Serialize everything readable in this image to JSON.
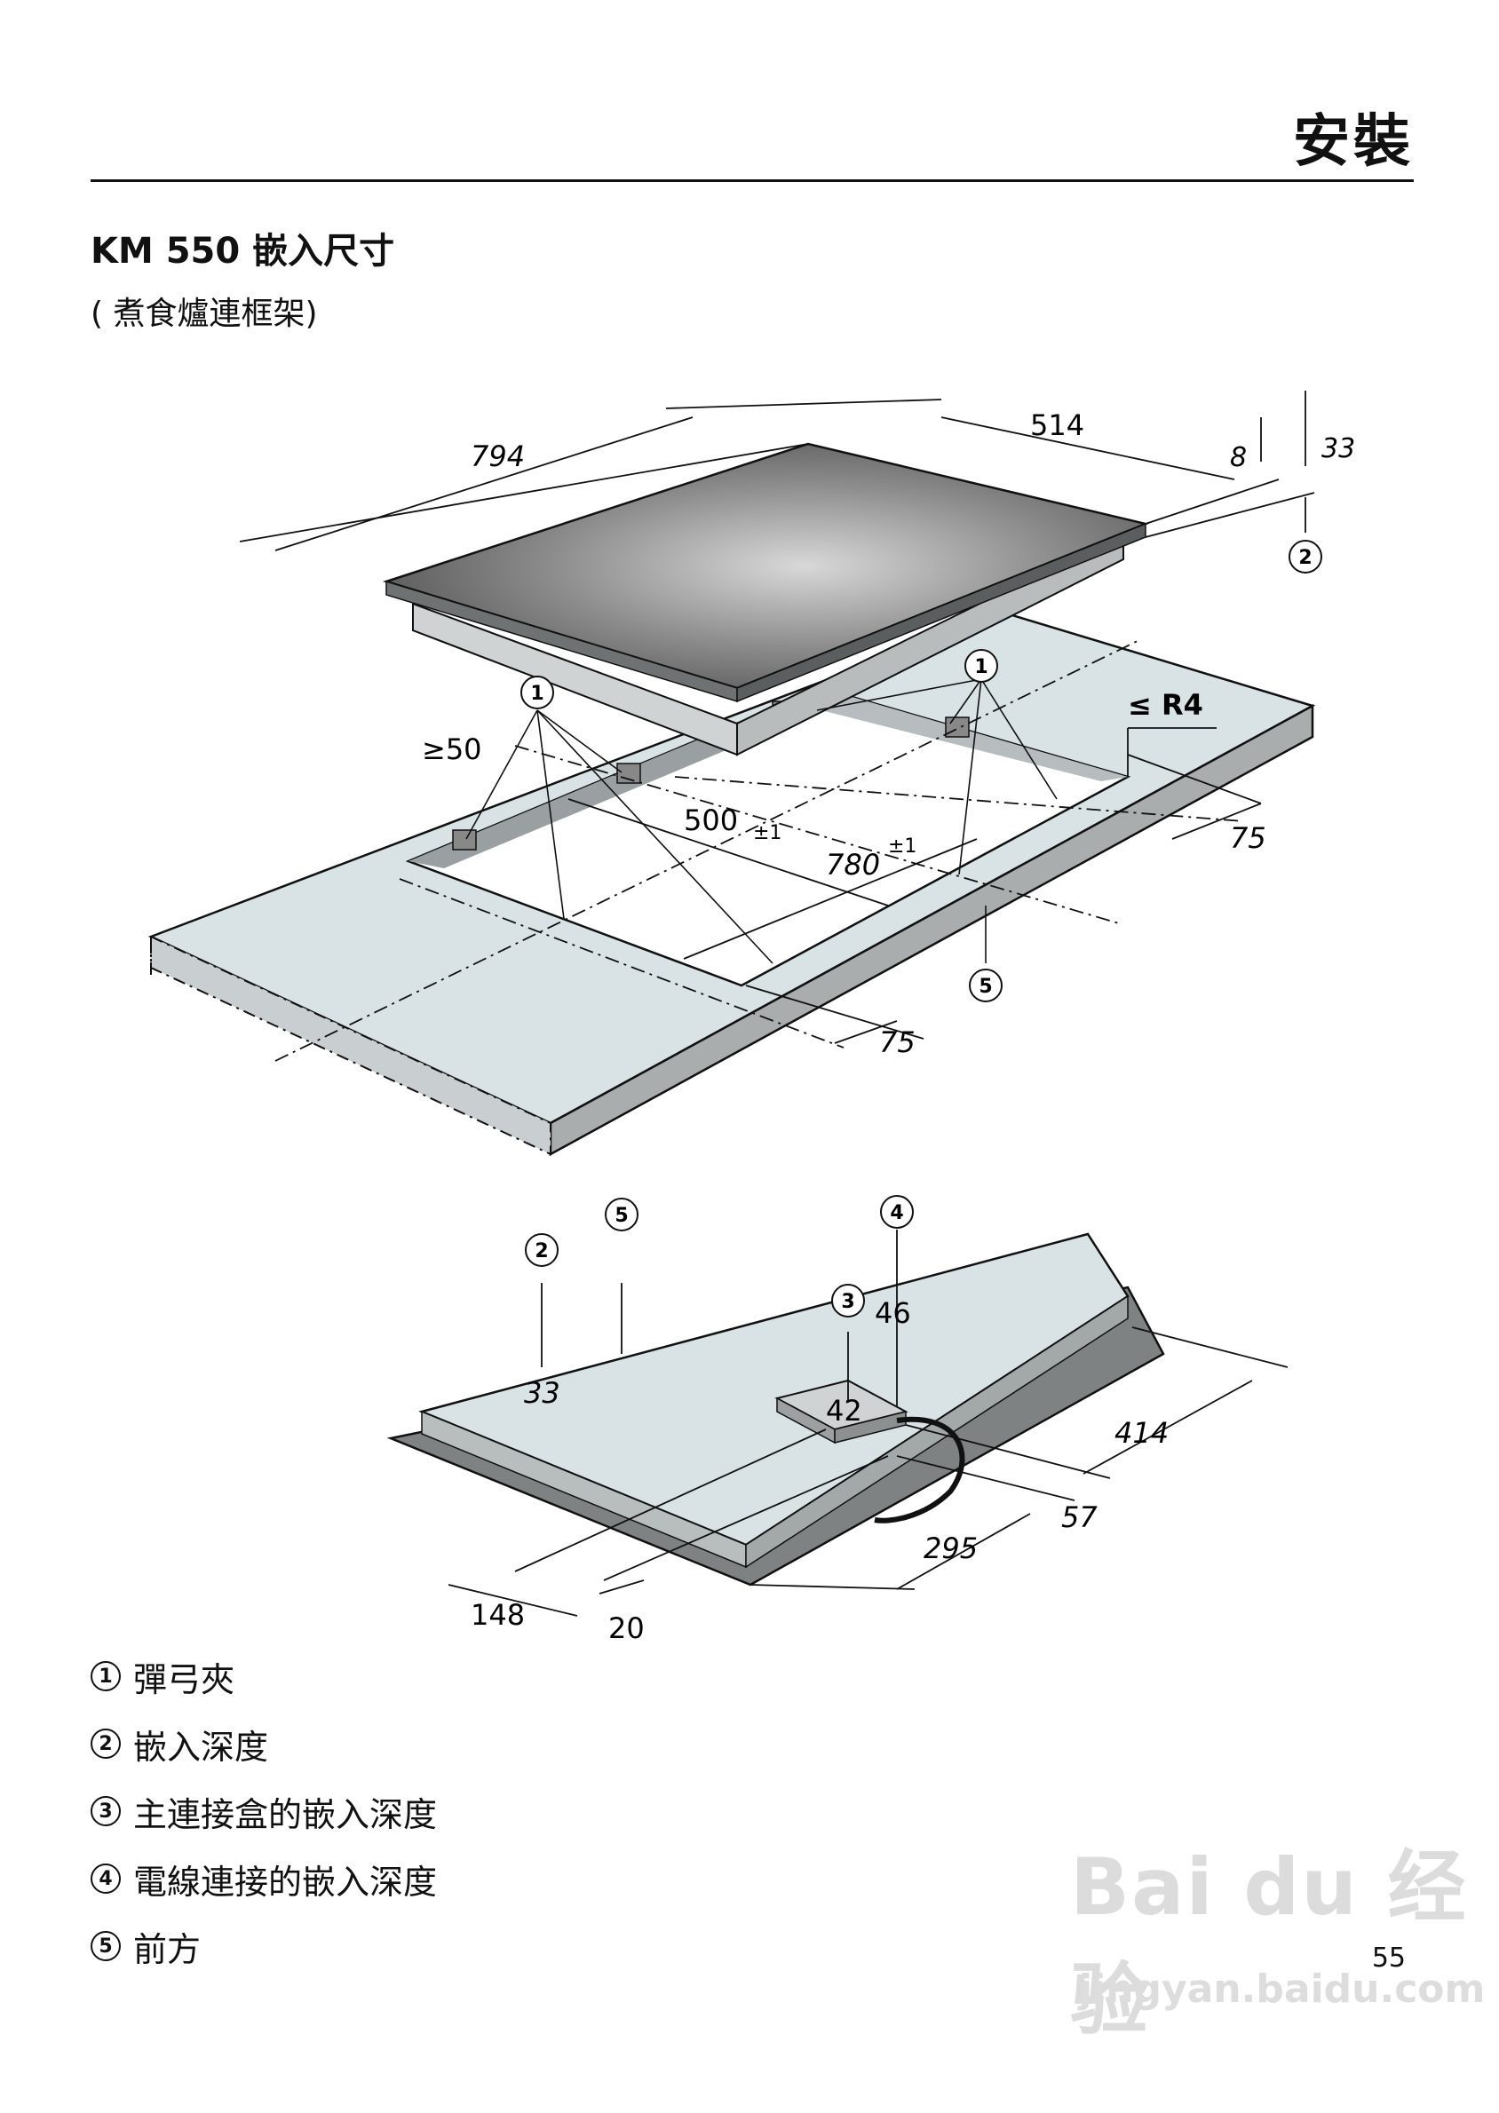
{
  "header": {
    "section": "安裝"
  },
  "title": "KM 550 嵌入尺寸",
  "subtitle": "( 煮食爐連框架)",
  "figure_top": {
    "dims": {
      "length": "794",
      "width": "514",
      "glass": "8",
      "depth": "33",
      "min_edge": "≥50",
      "cutout_w": "500",
      "cutout_w_tol": "±1",
      "cutout_l": "780",
      "cutout_l_tol": "±1",
      "margin_right": "75",
      "margin_front": "75",
      "radius": "≤ R4"
    },
    "callouts": {
      "clips": "1",
      "depth": "2",
      "front": "5"
    }
  },
  "figure_bottom": {
    "dims": {
      "depth": "33",
      "box": "42",
      "cable": "46",
      "d414": "414",
      "d57": "57",
      "d295": "295",
      "d148": "148",
      "d20": "20"
    },
    "callouts": {
      "depth": "2",
      "front": "5",
      "box": "3",
      "cable": "4"
    }
  },
  "legend": [
    {
      "num": "1",
      "label": "彈弓夾"
    },
    {
      "num": "2",
      "label": "嵌入深度"
    },
    {
      "num": "3",
      "label": "主連接盒的嵌入深度"
    },
    {
      "num": "4",
      "label": "電線連接的嵌入深度"
    },
    {
      "num": "5",
      "label": "前方"
    }
  ],
  "page_number": "55",
  "watermark": {
    "brand": "Bai du 经验",
    "url": "jingyan.baidu.com"
  }
}
